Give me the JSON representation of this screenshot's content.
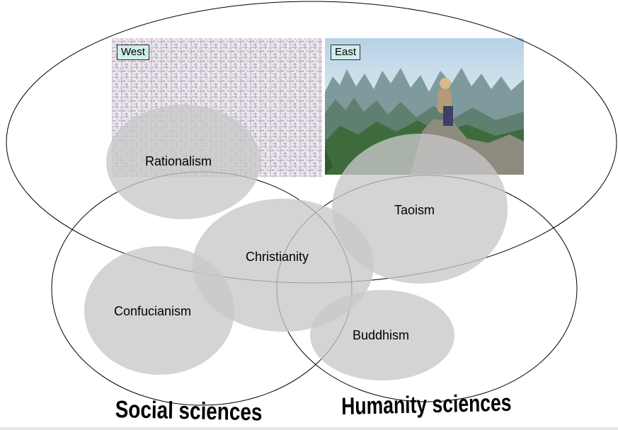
{
  "west_label": "West",
  "east_label": "East",
  "bubbles": {
    "rationalism": "Rationalism",
    "christianity": "Christianity",
    "taoism": "Taoism",
    "confucianism": "Confucianism",
    "buddhism": "Buddhism"
  },
  "social_sciences": "Social sciences",
  "humanity_sciences": "Humanity sciences",
  "colors": {
    "bubble_fill": "#c8c8c8",
    "outline": "#000000",
    "tag_fill": "#cfeee9"
  }
}
